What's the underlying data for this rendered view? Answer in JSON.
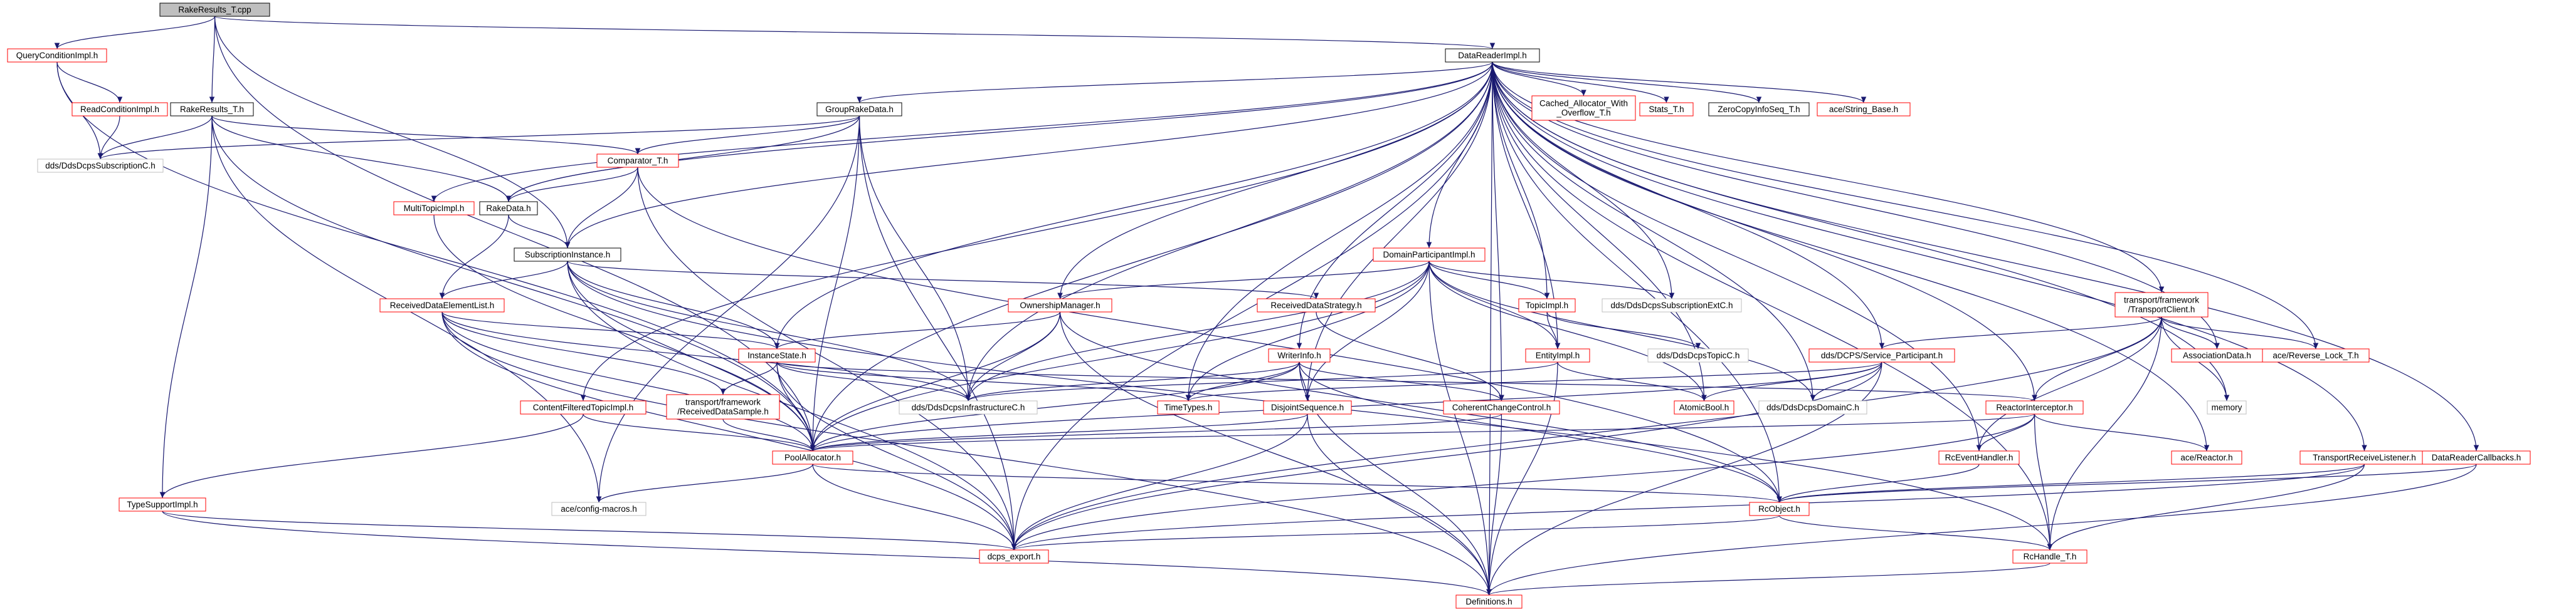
{
  "colors": {
    "edge": "#191970",
    "root_fill": "#bfbfbf",
    "box_stroke_normal": "#000000",
    "box_stroke_linked": "#ff0000",
    "box_stroke_external": "#bfbfbf",
    "text": "#000000"
  },
  "nodes": [
    {
      "id": "rake_results_cpp",
      "label": "RakeResults_T.cpp",
      "kind": "root"
    },
    {
      "id": "query_condition_impl",
      "label": "QueryConditionImpl.h",
      "kind": "linked"
    },
    {
      "id": "data_reader_impl",
      "label": "DataReaderImpl.h",
      "kind": "normal"
    },
    {
      "id": "read_condition_impl",
      "label": "ReadConditionImpl.h",
      "kind": "linked"
    },
    {
      "id": "rake_results_h",
      "label": "RakeResults_T.h",
      "kind": "normal"
    },
    {
      "id": "dds_subscription_c",
      "label": "dds/DdsDcpsSubscriptionC.h",
      "kind": "external"
    },
    {
      "id": "group_rake_data",
      "label": "GroupRakeData.h",
      "kind": "normal"
    },
    {
      "id": "cached_allocator",
      "label": "Cached_Allocator_With\n_Overflow_T.h",
      "kind": "linked"
    },
    {
      "id": "stats_t",
      "label": "Stats_T.h",
      "kind": "linked"
    },
    {
      "id": "zero_copy",
      "label": "ZeroCopyInfoSeq_T.h",
      "kind": "normal"
    },
    {
      "id": "ace_string_base",
      "label": "ace/String_Base.h",
      "kind": "linked"
    },
    {
      "id": "comparator",
      "label": "Comparator_T.h",
      "kind": "linked"
    },
    {
      "id": "multi_topic_impl",
      "label": "MultiTopicImpl.h",
      "kind": "linked"
    },
    {
      "id": "rake_data",
      "label": "RakeData.h",
      "kind": "normal"
    },
    {
      "id": "subscription_instance",
      "label": "SubscriptionInstance.h",
      "kind": "normal"
    },
    {
      "id": "domain_participant_impl",
      "label": "DomainParticipantImpl.h",
      "kind": "linked"
    },
    {
      "id": "received_data_element_list",
      "label": "ReceivedDataElementList.h",
      "kind": "linked"
    },
    {
      "id": "received_data_strategy",
      "label": "ReceivedDataStrategy.h",
      "kind": "linked"
    },
    {
      "id": "ownership_manager",
      "label": "OwnershipManager.h",
      "kind": "linked"
    },
    {
      "id": "topic_impl",
      "label": "TopicImpl.h",
      "kind": "linked"
    },
    {
      "id": "dds_subscription_ext_c",
      "label": "dds/DdsDcpsSubscriptionExtC.h",
      "kind": "external"
    },
    {
      "id": "transport_client",
      "label": "transport/framework\n/TransportClient.h",
      "kind": "linked"
    },
    {
      "id": "instance_state",
      "label": "InstanceState.h",
      "kind": "linked"
    },
    {
      "id": "writer_info",
      "label": "WriterInfo.h",
      "kind": "linked"
    },
    {
      "id": "entity_impl",
      "label": "EntityImpl.h",
      "kind": "linked"
    },
    {
      "id": "dds_topic_c",
      "label": "dds/DdsDcpsTopicC.h",
      "kind": "external"
    },
    {
      "id": "service_participant",
      "label": "dds/DCPS/Service_Participant.h",
      "kind": "linked"
    },
    {
      "id": "association_data",
      "label": "AssociationData.h",
      "kind": "linked"
    },
    {
      "id": "ace_reverse_lock",
      "label": "ace/Reverse_Lock_T.h",
      "kind": "linked"
    },
    {
      "id": "memory",
      "label": "memory",
      "kind": "external"
    },
    {
      "id": "content_filtered_topic_impl",
      "label": "ContentFilteredTopicImpl.h",
      "kind": "linked"
    },
    {
      "id": "transport_received_data_sample",
      "label": "transport/framework\n/ReceivedDataSample.h",
      "kind": "linked"
    },
    {
      "id": "dds_infrastructure_c",
      "label": "dds/DdsDcpsInfrastructureC.h",
      "kind": "external"
    },
    {
      "id": "time_types",
      "label": "TimeTypes.h",
      "kind": "linked"
    },
    {
      "id": "disjoint_sequence",
      "label": "DisjointSequence.h",
      "kind": "linked"
    },
    {
      "id": "coherent_change_control",
      "label": "CoherentChangeControl.h",
      "kind": "linked"
    },
    {
      "id": "atomic_bool",
      "label": "AtomicBool.h",
      "kind": "linked"
    },
    {
      "id": "dds_domain_c",
      "label": "dds/DdsDcpsDomainC.h",
      "kind": "external"
    },
    {
      "id": "reactor_interceptor",
      "label": "ReactorInterceptor.h",
      "kind": "linked"
    },
    {
      "id": "pool_allocator",
      "label": "PoolAllocator.h",
      "kind": "linked"
    },
    {
      "id": "rc_event_handler",
      "label": "RcEventHandler.h",
      "kind": "linked"
    },
    {
      "id": "ace_reactor",
      "label": "ace/Reactor.h",
      "kind": "linked"
    },
    {
      "id": "transport_receive_listener",
      "label": "TransportReceiveListener.h",
      "kind": "linked"
    },
    {
      "id": "data_reader_callbacks",
      "label": "DataReaderCallbacks.h",
      "kind": "linked"
    },
    {
      "id": "type_support_impl",
      "label": "TypeSupportImpl.h",
      "kind": "linked"
    },
    {
      "id": "ace_config_macros",
      "label": "ace/config-macros.h",
      "kind": "external"
    },
    {
      "id": "rc_object",
      "label": "RcObject.h",
      "kind": "linked"
    },
    {
      "id": "dcps_export",
      "label": "dcps_export.h",
      "kind": "linked"
    },
    {
      "id": "rc_handle",
      "label": "RcHandle_T.h",
      "kind": "linked"
    },
    {
      "id": "definitions",
      "label": "Definitions.h",
      "kind": "linked"
    }
  ],
  "edges": [
    [
      "rake_results_cpp",
      "query_condition_impl"
    ],
    [
      "rake_results_cpp",
      "data_reader_impl"
    ],
    [
      "rake_results_cpp",
      "rake_results_h"
    ],
    [
      "rake_results_cpp",
      "subscription_instance"
    ],
    [
      "rake_results_cpp",
      "pool_allocator"
    ],
    [
      "query_condition_impl",
      "read_condition_impl"
    ],
    [
      "query_condition_impl",
      "dds_subscription_c"
    ],
    [
      "query_condition_impl",
      "pool_allocator"
    ],
    [
      "read_condition_impl",
      "dds_subscription_c"
    ],
    [
      "rake_results_h",
      "dds_subscription_c"
    ],
    [
      "rake_results_h",
      "comparator"
    ],
    [
      "rake_results_h",
      "rake_data"
    ],
    [
      "rake_results_h",
      "type_support_impl"
    ],
    [
      "rake_results_h",
      "pool_allocator"
    ],
    [
      "rake_results_h",
      "ace_config_macros"
    ],
    [
      "data_reader_impl",
      "group_rake_data"
    ],
    [
      "data_reader_impl",
      "cached_allocator"
    ],
    [
      "data_reader_impl",
      "stats_t"
    ],
    [
      "data_reader_impl",
      "zero_copy"
    ],
    [
      "data_reader_impl",
      "ace_string_base"
    ],
    [
      "data_reader_impl",
      "rake_data"
    ],
    [
      "data_reader_impl",
      "subscription_instance"
    ],
    [
      "data_reader_impl",
      "domain_participant_impl"
    ],
    [
      "data_reader_impl",
      "ownership_manager"
    ],
    [
      "data_reader_impl",
      "topic_impl"
    ],
    [
      "data_reader_impl",
      "dds_subscription_ext_c"
    ],
    [
      "data_reader_impl",
      "transport_client"
    ],
    [
      "data_reader_impl",
      "instance_state"
    ],
    [
      "data_reader_impl",
      "writer_info"
    ],
    [
      "data_reader_impl",
      "entity_impl"
    ],
    [
      "data_reader_impl",
      "service_participant"
    ],
    [
      "data_reader_impl",
      "association_data"
    ],
    [
      "data_reader_impl",
      "ace_reverse_lock"
    ],
    [
      "data_reader_impl",
      "memory"
    ],
    [
      "data_reader_impl",
      "content_filtered_topic_impl"
    ],
    [
      "data_reader_impl",
      "dds_infrastructure_c"
    ],
    [
      "data_reader_impl",
      "time_types"
    ],
    [
      "data_reader_impl",
      "disjoint_sequence"
    ],
    [
      "data_reader_impl",
      "coherent_change_control"
    ],
    [
      "data_reader_impl",
      "atomic_bool"
    ],
    [
      "data_reader_impl",
      "reactor_interceptor"
    ],
    [
      "data_reader_impl",
      "pool_allocator"
    ],
    [
      "data_reader_impl",
      "rc_event_handler"
    ],
    [
      "data_reader_impl",
      "ace_reactor"
    ],
    [
      "data_reader_impl",
      "transport_receive_listener"
    ],
    [
      "data_reader_impl",
      "data_reader_callbacks"
    ],
    [
      "data_reader_impl",
      "rc_object"
    ],
    [
      "data_reader_impl",
      "dcps_export"
    ],
    [
      "data_reader_impl",
      "rc_handle"
    ],
    [
      "data_reader_impl",
      "definitions"
    ],
    [
      "data_reader_impl",
      "multi_topic_impl"
    ],
    [
      "data_reader_impl",
      "dds_domain_c"
    ],
    [
      "group_rake_data",
      "dds_subscription_c"
    ],
    [
      "group_rake_data",
      "comparator"
    ],
    [
      "group_rake_data",
      "rake_data"
    ],
    [
      "group_rake_data",
      "dds_infrastructure_c"
    ],
    [
      "group_rake_data",
      "pool_allocator"
    ],
    [
      "group_rake_data",
      "ace_config_macros"
    ],
    [
      "group_rake_data",
      "dcps_export"
    ],
    [
      "comparator",
      "rake_data"
    ],
    [
      "comparator",
      "subscription_instance"
    ],
    [
      "comparator",
      "rc_object"
    ],
    [
      "comparator",
      "dcps_export"
    ],
    [
      "multi_topic_impl",
      "pool_allocator"
    ],
    [
      "rake_data",
      "subscription_instance"
    ],
    [
      "rake_data",
      "received_data_element_list"
    ],
    [
      "subscription_instance",
      "received_data_element_list"
    ],
    [
      "subscription_instance",
      "received_data_strategy"
    ],
    [
      "subscription_instance",
      "instance_state"
    ],
    [
      "subscription_instance",
      "dds_infrastructure_c"
    ],
    [
      "subscription_instance",
      "pool_allocator"
    ],
    [
      "subscription_instance",
      "dcps_export"
    ],
    [
      "subscription_instance",
      "rc_handle"
    ],
    [
      "received_data_element_list",
      "instance_state"
    ],
    [
      "received_data_element_list",
      "transport_received_data_sample"
    ],
    [
      "received_data_element_list",
      "dds_infrastructure_c"
    ],
    [
      "received_data_element_list",
      "pool_allocator"
    ],
    [
      "received_data_element_list",
      "dcps_export"
    ],
    [
      "received_data_element_list",
      "definitions"
    ],
    [
      "received_data_strategy",
      "coherent_change_control"
    ],
    [
      "domain_participant_impl",
      "ownership_manager"
    ],
    [
      "domain_participant_impl",
      "topic_impl"
    ],
    [
      "domain_participant_impl",
      "dds_subscription_ext_c"
    ],
    [
      "domain_participant_impl",
      "entity_impl"
    ],
    [
      "domain_participant_impl",
      "dds_domain_c"
    ],
    [
      "domain_participant_impl",
      "dds_infrastructure_c"
    ],
    [
      "domain_participant_impl",
      "time_types"
    ],
    [
      "domain_participant_impl",
      "disjoint_sequence"
    ],
    [
      "domain_participant_impl",
      "atomic_bool"
    ],
    [
      "domain_participant_impl",
      "pool_allocator"
    ],
    [
      "domain_participant_impl",
      "definitions"
    ],
    [
      "ownership_manager",
      "instance_state"
    ],
    [
      "ownership_manager",
      "dds_infrastructure_c"
    ],
    [
      "ownership_manager",
      "pool_allocator"
    ],
    [
      "ownership_manager",
      "definitions"
    ],
    [
      "ownership_manager",
      "rc_object"
    ],
    [
      "topic_impl",
      "entity_impl"
    ],
    [
      "topic_impl",
      "dds_topic_c"
    ],
    [
      "entity_impl",
      "atomic_bool"
    ],
    [
      "entity_impl",
      "dds_infrastructure_c"
    ],
    [
      "entity_impl",
      "definitions"
    ],
    [
      "instance_state",
      "transport_received_data_sample"
    ],
    [
      "instance_state",
      "dds_infrastructure_c"
    ],
    [
      "instance_state",
      "pool_allocator"
    ],
    [
      "instance_state",
      "time_types"
    ],
    [
      "instance_state",
      "reactor_interceptor"
    ],
    [
      "instance_state",
      "dcps_export"
    ],
    [
      "writer_info",
      "time_types"
    ],
    [
      "writer_info",
      "disjoint_sequence"
    ],
    [
      "writer_info",
      "coherent_change_control"
    ],
    [
      "writer_info",
      "dds_infrastructure_c"
    ],
    [
      "writer_info",
      "pool_allocator"
    ],
    [
      "writer_info",
      "definitions"
    ],
    [
      "writer_info",
      "rc_object"
    ],
    [
      "transport_client",
      "service_participant"
    ],
    [
      "transport_client",
      "association_data"
    ],
    [
      "transport_client",
      "ace_reverse_lock"
    ],
    [
      "transport_client",
      "reactor_interceptor"
    ],
    [
      "transport_client",
      "rc_event_handler"
    ],
    [
      "transport_client",
      "dcps_export"
    ],
    [
      "transport_client",
      "memory"
    ],
    [
      "transport_client",
      "rc_handle"
    ],
    [
      "service_participant",
      "dds_domain_c"
    ],
    [
      "service_participant",
      "atomic_bool"
    ],
    [
      "service_participant",
      "pool_allocator"
    ],
    [
      "service_participant",
      "dcps_export"
    ],
    [
      "service_participant",
      "definitions"
    ],
    [
      "service_participant",
      "time_types"
    ],
    [
      "content_filtered_topic_impl",
      "pool_allocator"
    ],
    [
      "content_filtered_topic_impl",
      "type_support_impl"
    ],
    [
      "transport_received_data_sample",
      "pool_allocator"
    ],
    [
      "disjoint_sequence",
      "pool_allocator"
    ],
    [
      "disjoint_sequence",
      "dcps_export"
    ],
    [
      "disjoint_sequence",
      "definitions"
    ],
    [
      "coherent_change_control",
      "pool_allocator"
    ],
    [
      "coherent_change_control",
      "definitions"
    ],
    [
      "reactor_interceptor",
      "pool_allocator"
    ],
    [
      "reactor_interceptor",
      "rc_event_handler"
    ],
    [
      "reactor_interceptor",
      "ace_reactor"
    ],
    [
      "reactor_interceptor",
      "rc_handle"
    ],
    [
      "reactor_interceptor",
      "dcps_export"
    ],
    [
      "rc_event_handler",
      "rc_object"
    ],
    [
      "transport_receive_listener",
      "rc_object"
    ],
    [
      "transport_receive_listener",
      "dcps_export"
    ],
    [
      "transport_receive_listener",
      "rc_handle"
    ],
    [
      "data_reader_callbacks",
      "rc_object"
    ],
    [
      "data_reader_callbacks",
      "definitions"
    ],
    [
      "pool_allocator",
      "ace_config_macros"
    ],
    [
      "pool_allocator",
      "dcps_export"
    ],
    [
      "pool_allocator",
      "rc_object"
    ],
    [
      "type_support_impl",
      "dcps_export"
    ],
    [
      "type_support_impl",
      "definitions"
    ],
    [
      "rc_object",
      "dcps_export"
    ],
    [
      "rc_object",
      "rc_handle"
    ],
    [
      "rc_handle",
      "definitions"
    ]
  ]
}
